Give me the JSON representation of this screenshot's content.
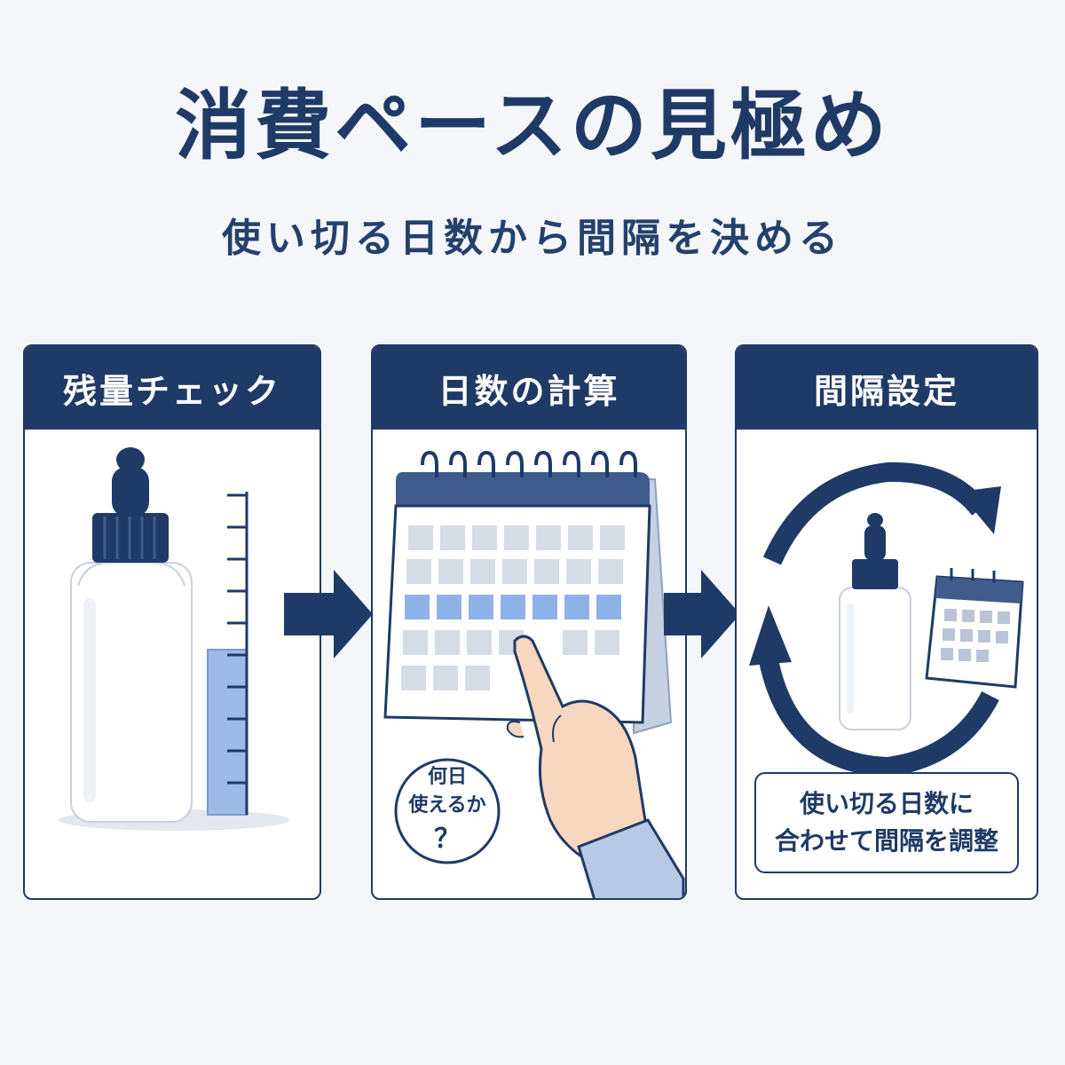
{
  "title": "消費ペースの見極め",
  "subtitle": "使い切る日数から間隔を決める",
  "steps": [
    {
      "label": "残量チェック"
    },
    {
      "label": "日数の計算"
    },
    {
      "label": "間隔設定"
    }
  ],
  "bubble": {
    "line1": "何日",
    "line2": "使えるか",
    "mark": "？"
  },
  "note": {
    "line1": "使い切る日数に",
    "line2": "合わせて間隔を調整"
  },
  "colors": {
    "navy": "#1f3a66",
    "background": "#f4f6f9",
    "liquid": "#9dbbe6",
    "highlight": "#8fb2e6",
    "calendar_cell": "#d6dce6"
  },
  "icons": [
    "dropper-bottle-icon",
    "measuring-scale-icon",
    "calendar-icon",
    "pointing-hand-icon",
    "cycle-arrows-icon",
    "right-arrow-icon"
  ]
}
